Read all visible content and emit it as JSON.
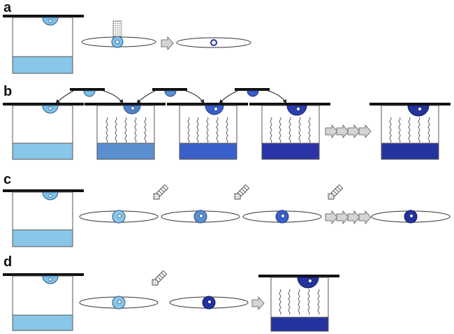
{
  "panels": [
    {
      "label": "a"
    },
    {
      "label": "b"
    },
    {
      "label": "c"
    },
    {
      "label": "d"
    }
  ],
  "colors": {
    "solution_light": "#89c6e8",
    "solution_mid": "#5b8fd0",
    "solution_strong": "#3a5fc8",
    "solution_dark": "#2a34a6",
    "drop_light": "#7fc1e6",
    "drop_dark": "#2533a0",
    "line": "#222222",
    "arrow_fill": "#d4d4d4"
  },
  "icons": [
    "lid-bar",
    "hanging-drop",
    "cover-slip",
    "microscope-slide",
    "soaking-arrow",
    "crystal-probe",
    "tool-handle",
    "process-arrow"
  ]
}
